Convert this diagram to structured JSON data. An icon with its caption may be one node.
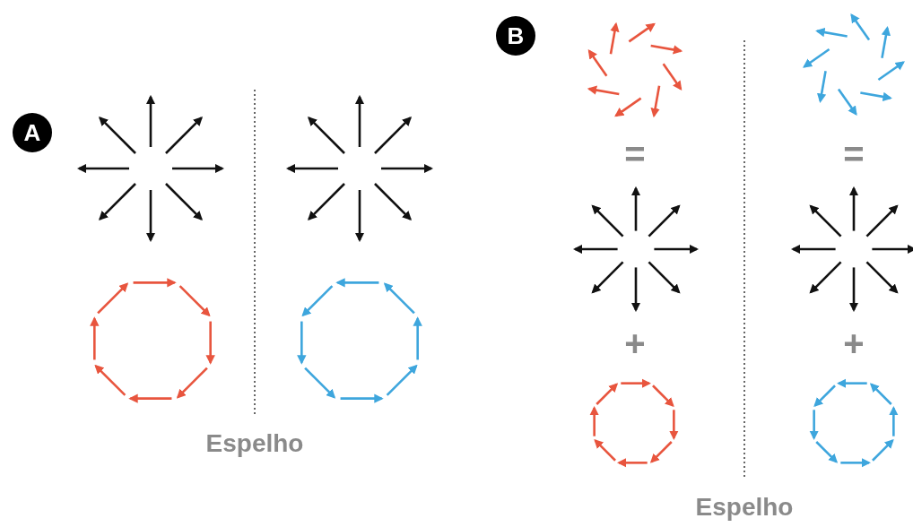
{
  "diagram": {
    "labels": [
      "B",
      "A",
      "=",
      "=",
      "+",
      "+",
      "Espelho",
      "Espelho"
    ]
  }
}
